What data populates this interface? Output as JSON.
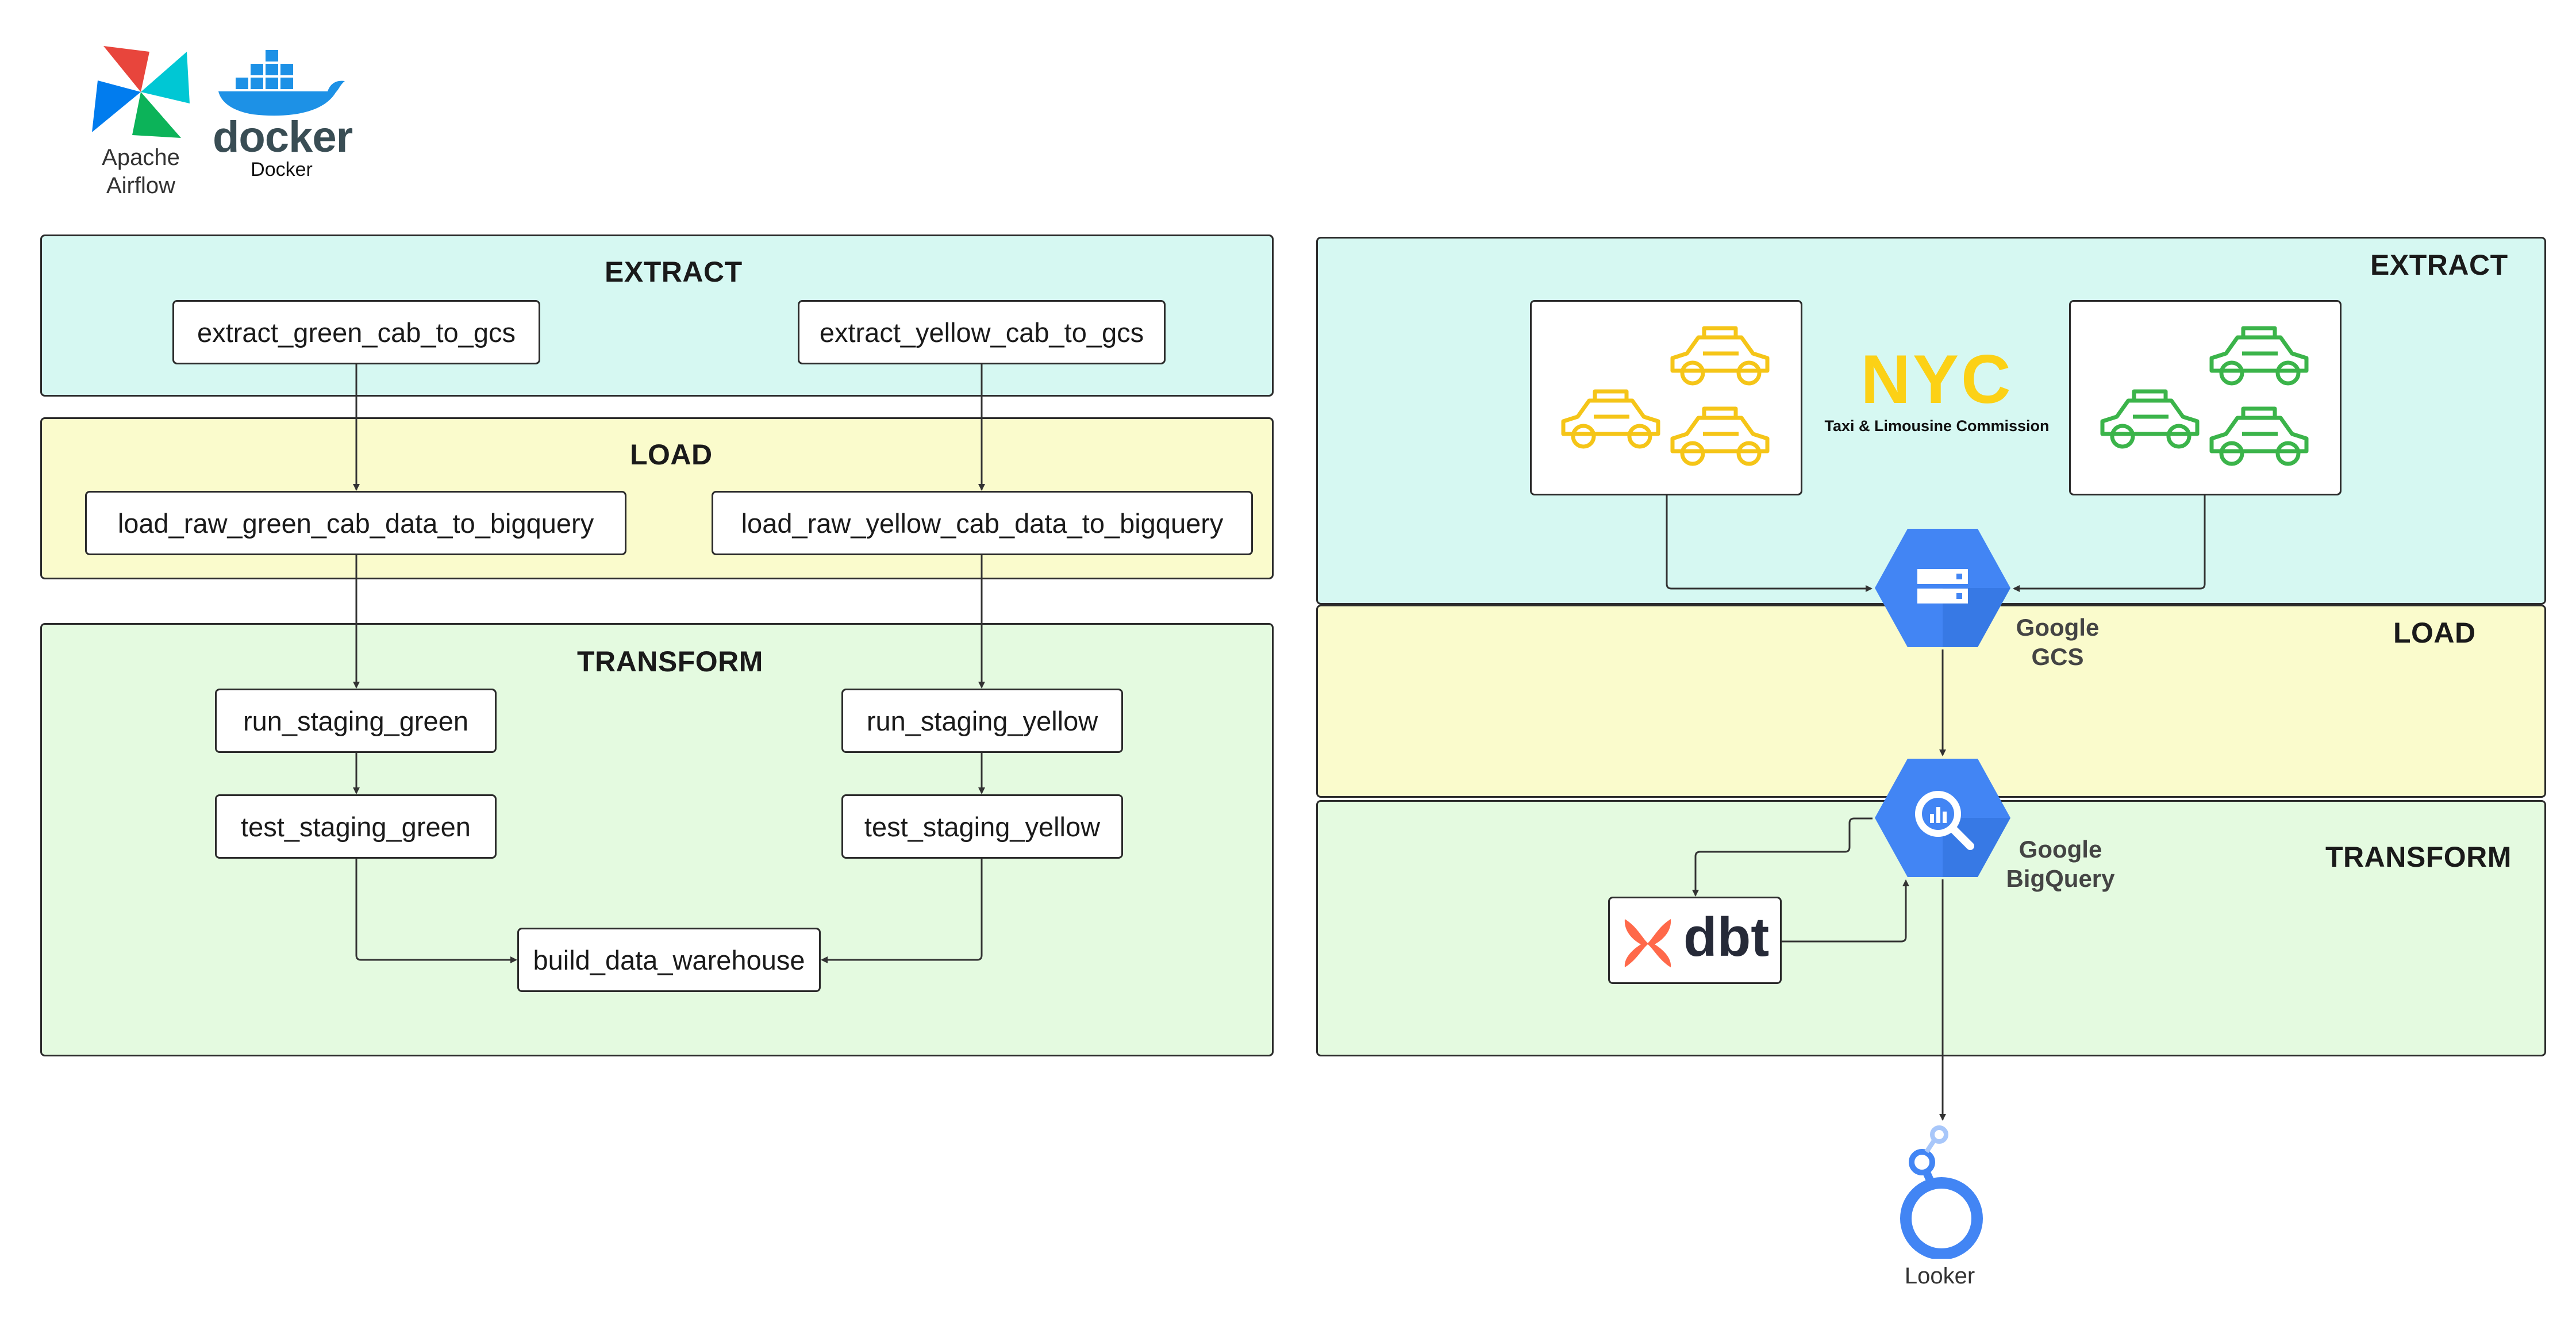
{
  "logos": {
    "airflow_label": "Apache\nAirflow",
    "docker_wordmark": "docker",
    "docker_label": "Docker"
  },
  "left": {
    "extract_title": "EXTRACT",
    "load_title": "LOAD",
    "transform_title": "TRANSFORM",
    "tasks": {
      "extract_green": "extract_green_cab_to_gcs",
      "extract_yellow": "extract_yellow_cab_to_gcs",
      "load_green": "load_raw_green_cab_data_to_bigquery",
      "load_yellow": "load_raw_yellow_cab_data_to_bigquery",
      "run_green": "run_staging_green",
      "run_yellow": "run_staging_yellow",
      "test_green": "test_staging_green",
      "test_yellow": "test_staging_yellow",
      "build": "build_data_warehouse"
    }
  },
  "right": {
    "extract_title": "EXTRACT",
    "load_title": "LOAD",
    "transform_title": "TRANSFORM",
    "nyc_logo": "NYC",
    "nyc_caption": "Taxi & Limousine Commission",
    "gcs_label": "Google\nGCS",
    "bigquery_label": "Google\nBigQuery",
    "dbt_wordmark": "dbt",
    "looker_label": "Looker"
  },
  "colors": {
    "extract_bg": "#d6f8f2",
    "load_bg": "#fafbcc",
    "transform_bg": "#e4fae0",
    "google_blue": "#4285f4",
    "yellow_cab": "#f5c518",
    "green_cab": "#3bb44a",
    "dbt_orange": "#ff694a",
    "nyc_yellow": "#fcd116"
  },
  "icons": [
    "airflow-pinwheel-icon",
    "docker-whale-icon",
    "yellow-cab-icon",
    "green-cab-icon",
    "gcs-storage-icon",
    "bigquery-icon",
    "dbt-icon",
    "looker-icon"
  ]
}
